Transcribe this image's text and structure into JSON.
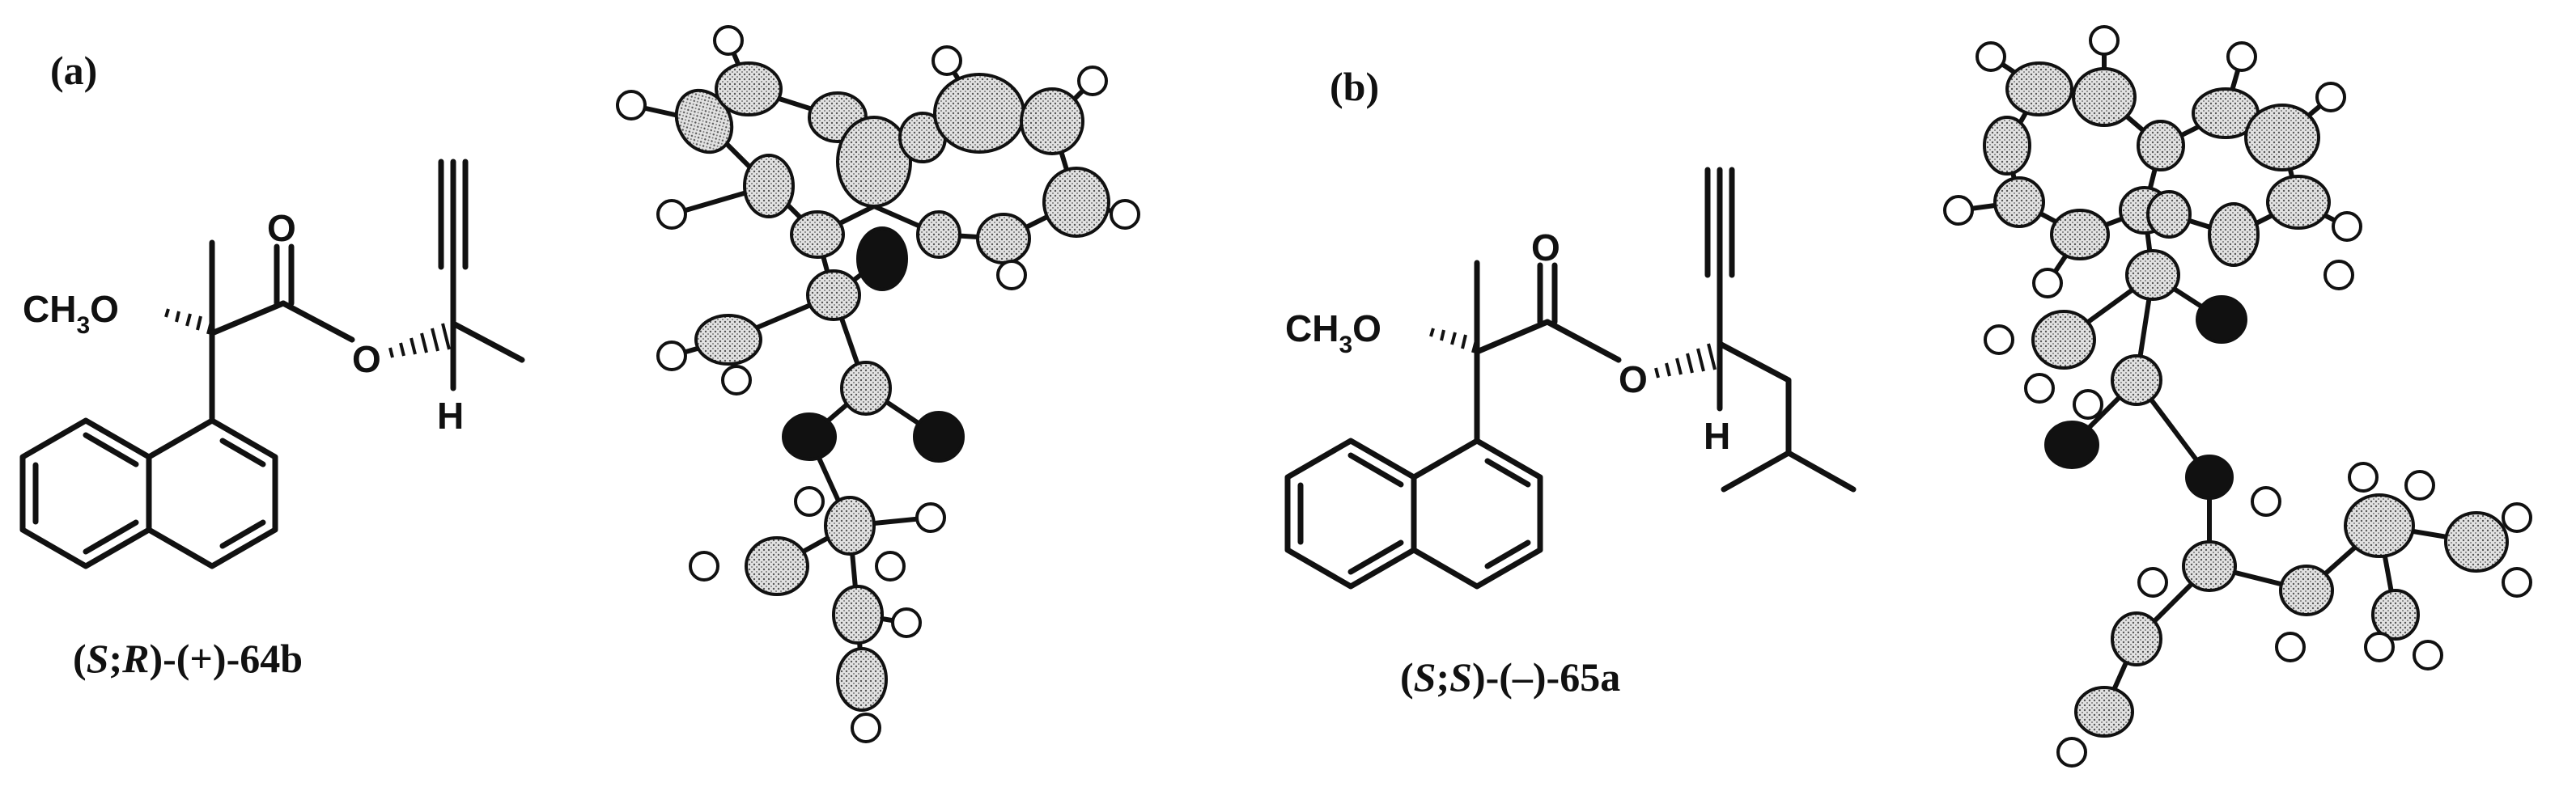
{
  "panel_a": {
    "letter": "(a)",
    "compound": {
      "open": "(",
      "s": "S",
      "sep": ";",
      "r": "R",
      "rest": ")-(+)-64b"
    },
    "atoms": {
      "ch3o": "CH",
      "sub3": "3",
      "o_tail": "O",
      "carbonyl_o": "O",
      "ester_o": "O",
      "h": "H"
    }
  },
  "panel_b": {
    "letter": "(b)",
    "compound": {
      "open": "(",
      "s1": "S",
      "sep": ";",
      "s2": "S",
      "rest": ")-(–)-65a"
    },
    "atoms": {
      "ch3o": "CH",
      "sub3": "3",
      "o_tail": "O",
      "carbonyl_o": "O",
      "ester_o": "O",
      "h": "H"
    }
  },
  "colors": {
    "ink": "#111111",
    "ellipsoid_fill": "#c9c9c9",
    "heteroatom": "#111111",
    "hydrogen": "#ffffff"
  }
}
